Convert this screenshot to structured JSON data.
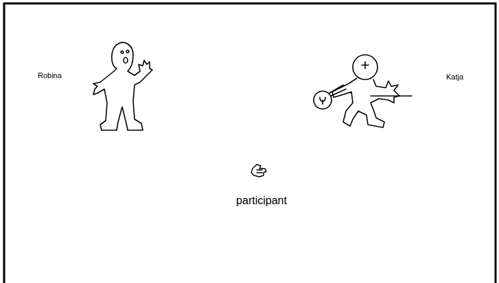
{
  "diagram": {
    "labels": [
      "Robina",
      "Katja",
      "participant"
    ]
  }
}
